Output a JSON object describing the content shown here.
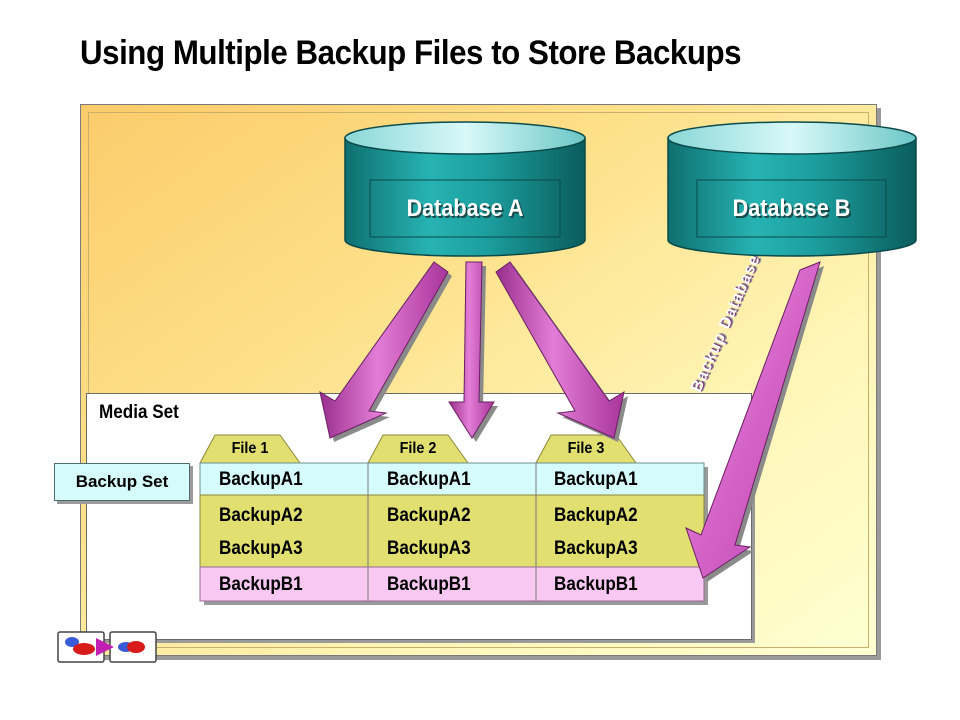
{
  "title": "Using Multiple Backup Files to Store Backups",
  "media_set": {
    "label": "Media Set"
  },
  "backup_set": {
    "label": "Backup Set"
  },
  "databases": [
    {
      "label": "Database A"
    },
    {
      "label": "Database B"
    }
  ],
  "arrow_label": "Backup Database",
  "files": [
    {
      "tab": "File 1",
      "rows": [
        "BackupA1",
        "BackupA2",
        "BackupA3",
        "BackupB1"
      ]
    },
    {
      "tab": "File 2",
      "rows": [
        "BackupA1",
        "BackupA2",
        "BackupA3",
        "BackupB1"
      ]
    },
    {
      "tab": "File 3",
      "rows": [
        "BackupA1",
        "BackupA2",
        "BackupA3",
        "BackupB1"
      ]
    }
  ],
  "colors": {
    "panel_gradient_start": "#fbcb6a",
    "panel_gradient_end": "#ffffd2",
    "cylinder": "#1a9a9a",
    "arrow": "#c64ab8",
    "backup_set_row": "#d6fbfb",
    "a_rows": "#e0df70",
    "b_row": "#f8c8f2"
  }
}
